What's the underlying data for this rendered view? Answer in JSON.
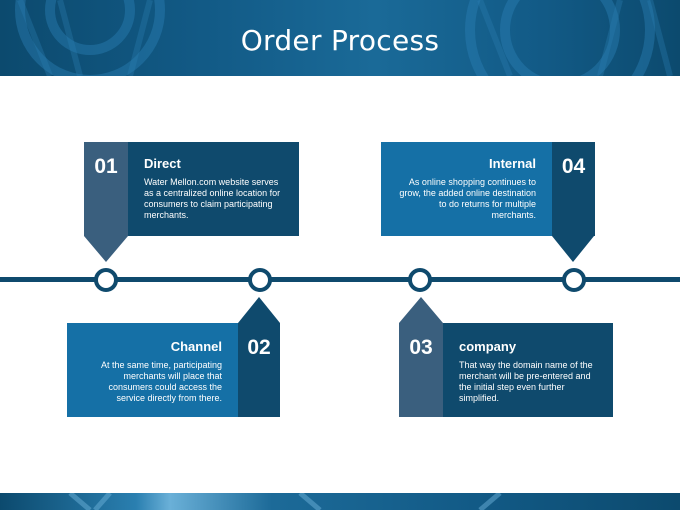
{
  "slide": {
    "title": "Order Process"
  },
  "steps": [
    {
      "number": "01",
      "heading": "Direct",
      "body": "Water Mellon.com website serves as a centralized online location for consumers to claim participating merchants."
    },
    {
      "number": "02",
      "heading": "Channel",
      "body": "At the same time, participating merchants will place that consumers could access the service directly from there."
    },
    {
      "number": "03",
      "heading": "company",
      "body": "That way the domain name of the merchant will be pre-entered and the initial step even further simplified."
    },
    {
      "number": "04",
      "heading": "Internal",
      "body": "As online shopping continues to grow, the added online destination to do returns for multiple merchants."
    }
  ],
  "colors": {
    "dark_blue": "#0f4a6d",
    "mid_blue": "#1570a6",
    "slate_blue": "#3a5f7e"
  }
}
